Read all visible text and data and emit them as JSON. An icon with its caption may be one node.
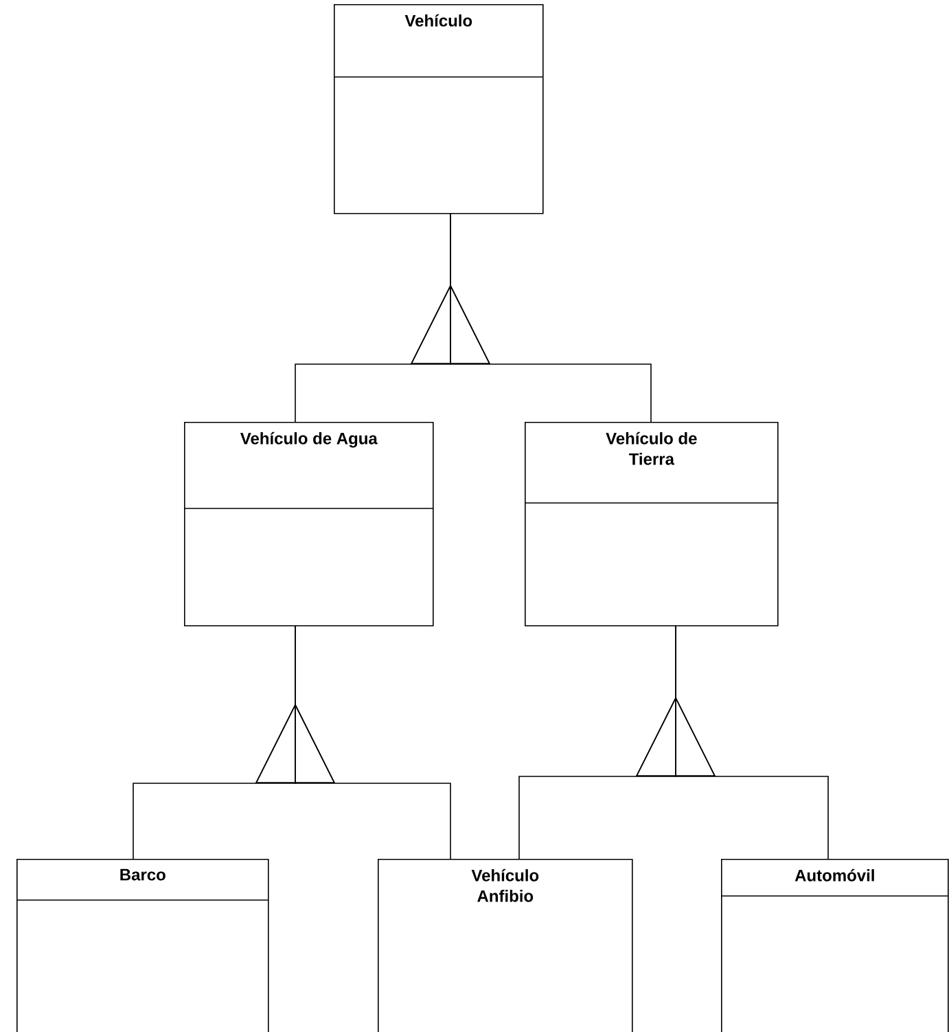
{
  "diagram": {
    "nodes": [
      {
        "text": [
          "Vehículo"
        ]
      },
      {
        "text": [
          "Vehículo de Agua"
        ]
      },
      {
        "text": [
          "Vehículo de Tierra"
        ]
      },
      {
        "text": [
          "Barco"
        ]
      },
      {
        "text": [
          "Vehículo Anfibio"
        ]
      },
      {
        "text": [
          "Automóvil"
        ]
      }
    ],
    "edges": [
      {
        "from": 1,
        "to": 0,
        "arrow": "to"
      },
      {
        "from": 2,
        "to": 0,
        "arrow": "to"
      },
      {
        "from": 3,
        "to": 1,
        "arrow": "to"
      },
      {
        "from": 4,
        "to": 1,
        "arrow": "to"
      },
      {
        "from": 4,
        "to": 2,
        "arrow": "to"
      },
      {
        "from": 5,
        "to": 2,
        "arrow": "to"
      }
    ]
  }
}
